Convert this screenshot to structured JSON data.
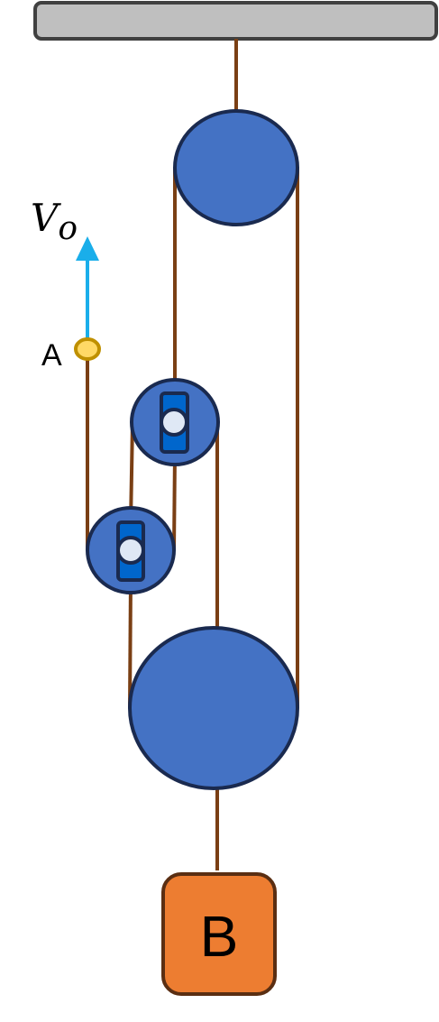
{
  "labels": {
    "velocity_symbol": "V",
    "velocity_subscript": "o",
    "point": "A",
    "block": "B"
  },
  "colors": {
    "ceiling_fill": "#bfbfbf",
    "ceiling_stroke": "#404040",
    "rope": "#7a3f14",
    "pulley_fill": "#4472c4",
    "pulley_stroke": "#1a2a4f",
    "axle_bracket": "#0066cc",
    "axle_pin": "#dfe8f5",
    "arrow": "#1aaeea",
    "point_fill": "#ffd966",
    "point_stroke": "#bf9000",
    "block_fill": "#ed7d31",
    "block_stroke": "#5a2e12",
    "text": "#000000"
  },
  "icons": {
    "velocity_arrow": "arrow-up",
    "point_marker": "circle-marker"
  }
}
